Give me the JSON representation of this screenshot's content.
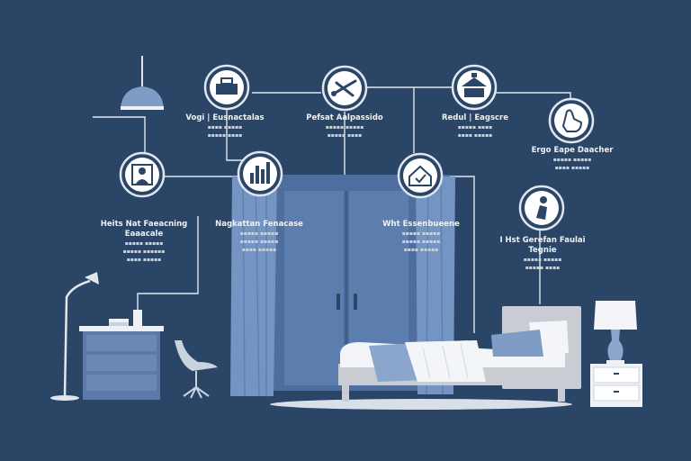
{
  "colors": {
    "background": "#2b4566",
    "line": "#dfe6ee",
    "icon_fill": "#ffffff",
    "icon_ring": "#dfe6ee",
    "icon_glyph": "#2b4566",
    "wardrobe": "#4d6e9e",
    "curtain": "#6f8fbd",
    "furniture_dark": "#5a79a6",
    "bed_frame": "#c9ccd2",
    "linen": "#f3f5f8",
    "accent_blue": "#7f9cc6"
  },
  "nodes": [
    {
      "id": "icon-1",
      "icon": "toolbox-icon"
    },
    {
      "id": "icon-2",
      "icon": "tools-icon"
    },
    {
      "id": "icon-3",
      "icon": "building-icon"
    },
    {
      "id": "icon-4",
      "icon": "hand-icon"
    },
    {
      "id": "icon-5",
      "icon": "document-icon"
    },
    {
      "id": "icon-6",
      "icon": "chart-icon"
    },
    {
      "id": "icon-7",
      "icon": "house-icon"
    },
    {
      "id": "icon-8",
      "icon": "person-icon"
    }
  ],
  "labels": {
    "l1": {
      "title": "Vogi | Eusnactalas",
      "sub": "▪▪▪▪ ▪▪▪▪▪\n▪▪▪▪▪ ▪▪▪▪"
    },
    "l2": {
      "title": "Pefsat Aalpassido",
      "sub": "▪▪▪▪▪ ▪▪▪▪▪\n▪▪▪▪▪ ▪▪▪▪"
    },
    "l3": {
      "title": "Redul | Eagscre",
      "sub": "▪▪▪▪▪ ▪▪▪▪\n▪▪▪▪ ▪▪▪▪▪"
    },
    "l4": {
      "title": "Ergo Eape Daacher",
      "sub": "▪▪▪▪▪ ▪▪▪▪▪\n▪▪▪▪ ▪▪▪▪▪"
    },
    "l5": {
      "title": "Heits Nat Faeacning\nEaaacale",
      "sub": "▪▪▪▪▪ ▪▪▪▪▪\n▪▪▪▪▪ ▪▪▪▪▪▪\n▪▪▪▪ ▪▪▪▪▪"
    },
    "l6": {
      "title": "Nagkattan Fenacase",
      "sub": "▪▪▪▪▪ ▪▪▪▪▪\n▪▪▪▪▪ ▪▪▪▪▪\n▪▪▪▪ ▪▪▪▪▪"
    },
    "l7": {
      "title": "Wht Essenbueene",
      "sub": "▪▪▪▪▪ ▪▪▪▪▪\n▪▪▪▪▪ ▪▪▪▪▪\n▪▪▪▪ ▪▪▪▪▪"
    },
    "l8": {
      "title": "I Hst Gerefan Faulai Tegnie",
      "sub": "▪▪▪▪▪ ▪▪▪▪▪\n▪▪▪▪▪ ▪▪▪▪"
    }
  }
}
